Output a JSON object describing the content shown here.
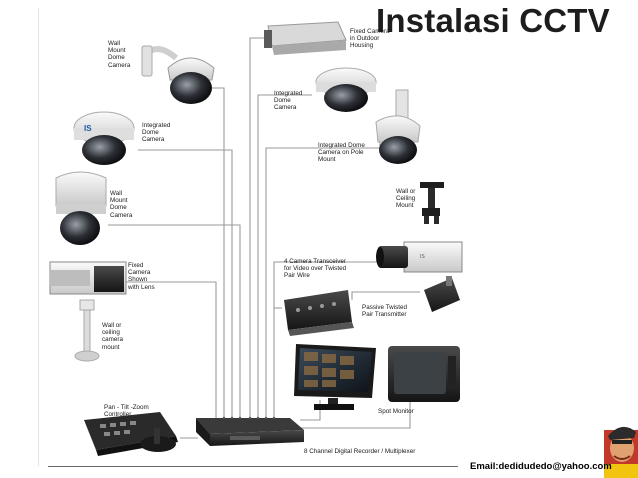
{
  "title": "Instalasi CCTV",
  "footer_email": "Email:dedidudedo@yahoo.com",
  "labels": {
    "wall_mount_dome": "Wall\nMount\nDome\nCamera",
    "fixed_camera_housing": "Fixed Camera\nin Outdoor\nHousing",
    "integrated_dome_left": "Integrated\nDome\nCamera",
    "integrated_dome_right": "Integrated\nDome\nCamera",
    "integrated_dome_pole": "Integrated Dome\nCamera on Pole\nMount",
    "wall_mount_dome_2": "Wall\nMount\nDome\nCamera",
    "wall_ceiling_mount": "Wall or\nCeiling\nMount",
    "fixed_camera_lens": "Fixed\nCamera\nShown\nwith Lens",
    "transceiver": "4 Camera Transceiver\nfor Video over Twisted\nPair Wire",
    "passive_transmitter": "Passive Twisted\nPair Transmitter",
    "wall_ceiling_camera_mount": "Wall or\nceiling\ncamera\nmount",
    "ptz_controller": "Pan - Tilt -Zoom\nController",
    "spot_monitor": "Spot Monitor",
    "dvr": "8 Channel Digital Recorder / Multiplexer"
  },
  "colors": {
    "wire": "#9a9a9a",
    "device_dark": "#2a2a2a",
    "device_light": "#e6e6e6"
  }
}
